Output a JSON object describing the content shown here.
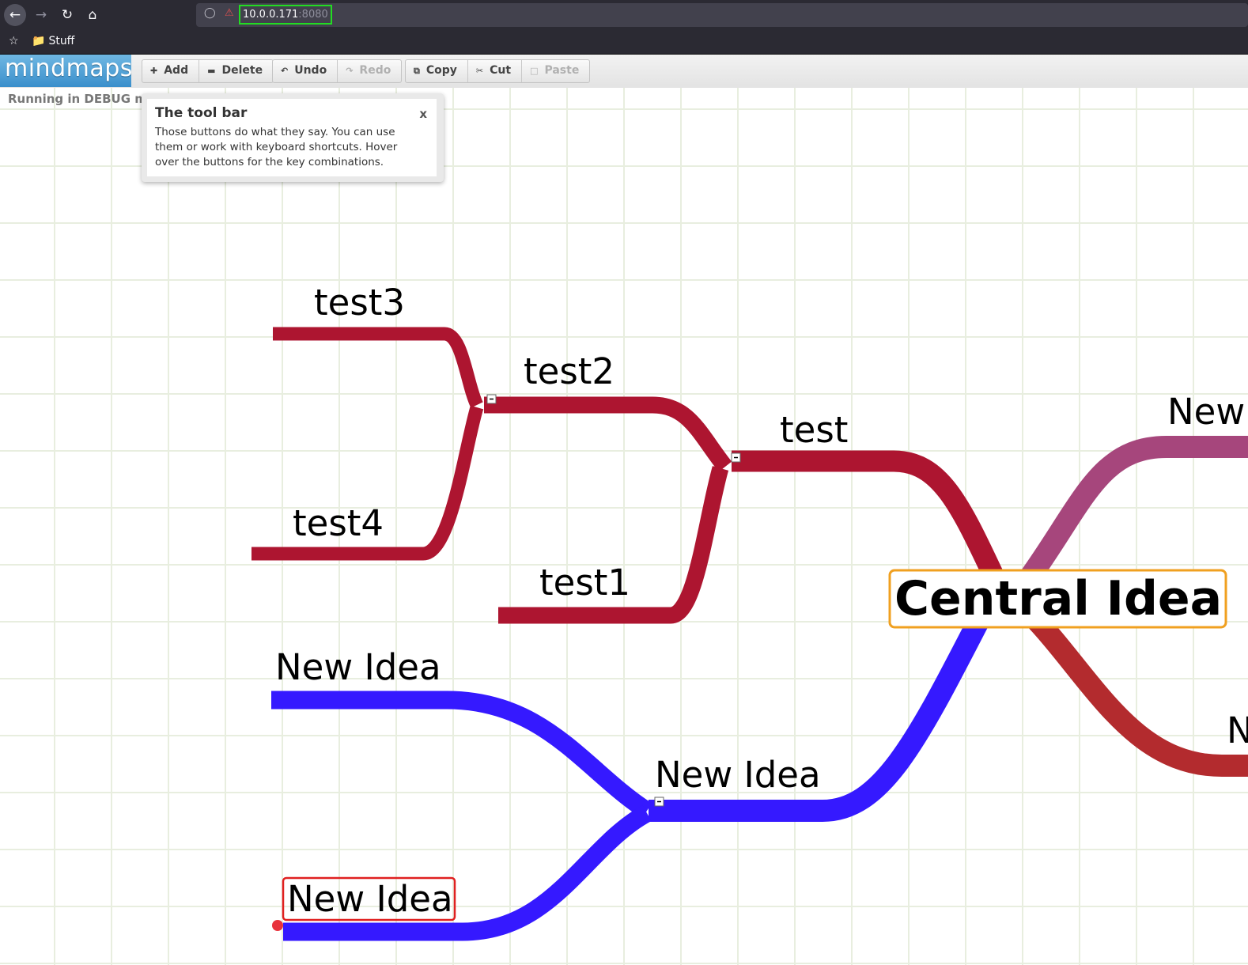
{
  "browser": {
    "url_host": "10.0.0.171",
    "url_port": ":8080",
    "bookmark_folder": "Stuff",
    "back_icon": "arrow-left-icon",
    "forward_icon": "arrow-right-icon",
    "reload_icon": "reload-icon",
    "home_icon": "home-icon"
  },
  "app": {
    "logo": "mindmaps",
    "debug_note": "Running in DEBUG m",
    "toolbar": {
      "add": "Add",
      "delete": "Delete",
      "undo": "Undo",
      "redo": "Redo",
      "copy": "Copy",
      "cut": "Cut",
      "paste": "Paste"
    }
  },
  "tooltip": {
    "title": "The tool bar",
    "close": "x",
    "body": "Those buttons do what they say. You can use them or work with keyboard shortcuts. Hover over the buttons for the key combinations."
  },
  "mindmap": {
    "root": "Central Idea",
    "branch_colors": {
      "red": "#ad1530",
      "blue": "#3519ff",
      "purple": "#a6467c",
      "crimson": "#b32b2e"
    },
    "root_border_color": "#f0a020",
    "selected_border_color": "#e02020",
    "nodes": {
      "test": "test",
      "test1": "test1",
      "test2": "test2",
      "test3": "test3",
      "test4": "test4",
      "blue_mid": "New Idea",
      "blue_top": "New Idea",
      "blue_bottom": "New Idea",
      "right_top": "New",
      "right_bottom": "N"
    }
  }
}
